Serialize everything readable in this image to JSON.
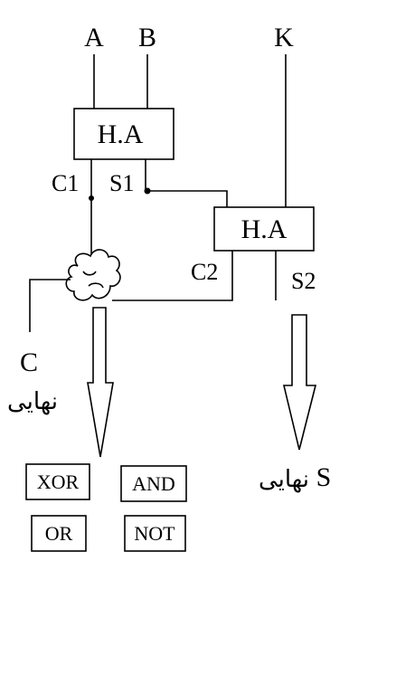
{
  "inputs": {
    "a": "A",
    "b": "B",
    "k": "K"
  },
  "half_adder_1": {
    "label": "H.A",
    "carry_out": "C1",
    "sum_out": "S1"
  },
  "half_adder_2": {
    "label": "H.A",
    "carry_out": "C2",
    "sum_out": "S2"
  },
  "outputs": {
    "carry_letter": "C",
    "carry_word": "نهایی",
    "sum_letter": "S",
    "sum_word": "نهایی"
  },
  "gate_options": [
    "XOR",
    "AND",
    "OR",
    "NOT"
  ]
}
